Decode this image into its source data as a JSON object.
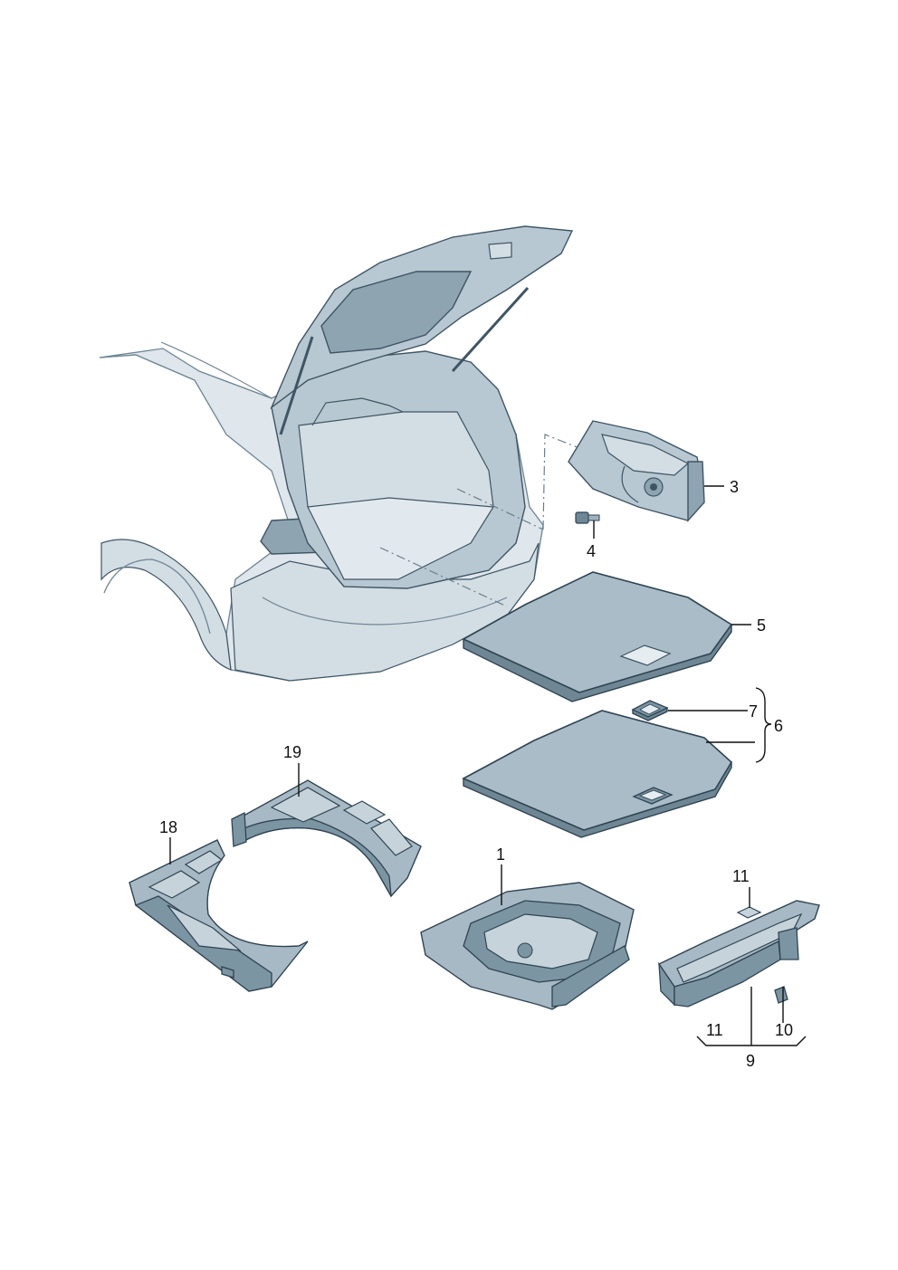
{
  "diagram": {
    "callouts": {
      "c1": "1",
      "c3": "3",
      "c4": "4",
      "c5": "5",
      "c6": "6",
      "c7": "7",
      "c9": "9",
      "c10": "10",
      "c11a": "11",
      "c11b": "11",
      "c18": "18",
      "c19": "19"
    }
  }
}
